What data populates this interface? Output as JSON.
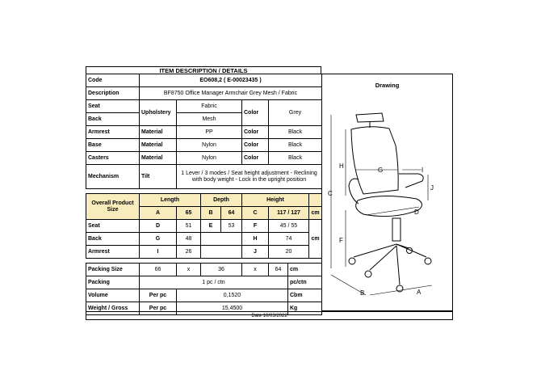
{
  "heading": "ITEM DESCRIPTION / DETAILS",
  "drawing_title": "Drawing",
  "code": {
    "label": "Code",
    "value": "EO608,2 ( E-00023435 )"
  },
  "description": {
    "label": "Description",
    "value": "BF8750  Office Manager Armchair Grey  Mesh / Fabric"
  },
  "seat": {
    "label": "Seat",
    "value": "Fabric"
  },
  "back": {
    "label": "Back",
    "value": "Mesh"
  },
  "upholstery_label": "Upholstery",
  "color_label": "Color",
  "upholstery_color": "Grey",
  "armrest": {
    "label": "Armrest",
    "material_label": "Material",
    "material": "PP",
    "color_label": "Color",
    "color": "Black"
  },
  "base": {
    "label": "Base",
    "material_label": "Material",
    "material": "Nylon",
    "color_label": "Color",
    "color": "Black"
  },
  "casters": {
    "label": "Casters",
    "material_label": "Material",
    "material": "Nylon",
    "color_label": "Color",
    "color": "Black"
  },
  "mechanism": {
    "label": "Mechanism",
    "type": "Tilt",
    "value": "1 Lever / 3 modes / Seat height adjustment - Reclining with body weight - Lock in the upright position"
  },
  "overall": {
    "label": "Overall Product Size",
    "length_label": "Length",
    "depth_label": "Depth",
    "height_label": "Height",
    "a": "A",
    "a_val": "65",
    "b": "B",
    "b_val": "64",
    "c": "C",
    "c_val": "117 / 127",
    "unit": "cm"
  },
  "seat_dims": {
    "label": "Seat",
    "d": "D",
    "d_val": "51",
    "e": "E",
    "e_val": "53",
    "f": "F",
    "f_val": "45 / 55"
  },
  "back_dims": {
    "label": "Back",
    "g": "G",
    "g_val": "48",
    "h": "H",
    "h_val": "74",
    "unit": "cm"
  },
  "armrest_dims": {
    "label": "Armrest",
    "i": "I",
    "i_val": "26",
    "j": "J",
    "j_val": "20"
  },
  "packing_size": {
    "label": "Packing Size",
    "l": "66",
    "x1": "x",
    "w": "36",
    "x2": "x",
    "h": "64",
    "unit": "cm"
  },
  "packing": {
    "label": "Packing",
    "value": "1 pc / ctn",
    "unit": "pc/ctn"
  },
  "volume": {
    "label": "Volume",
    "per": "Per pc",
    "value": "0,1520",
    "unit": "Cbm"
  },
  "weight": {
    "label": "Weight / Gross",
    "per": "Per pc",
    "value": "15,4500",
    "unit": "Kg"
  },
  "footer": "Date 10/03/2022",
  "drawing_labels": {
    "H": "H",
    "G": "G",
    "I": "I",
    "C": "C",
    "J": "J",
    "D": "D",
    "F": "F",
    "B": "B",
    "A": "A"
  }
}
